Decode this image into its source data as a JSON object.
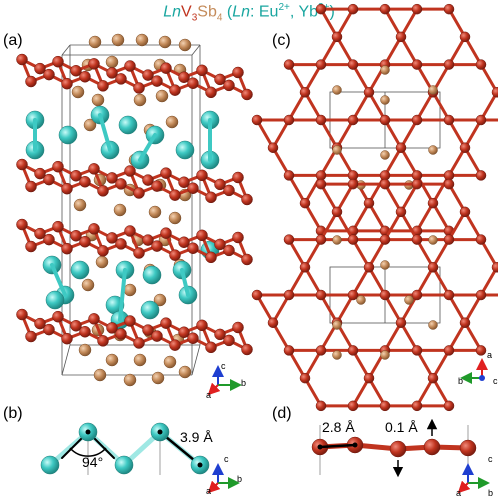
{
  "figure": {
    "title": {
      "ln_italic": "Ln",
      "v": "V",
      "v_sub": "3",
      "sb": "Sb",
      "sb_sub": "4",
      "open_paren": " (",
      "ln2_italic": "Ln",
      "colon_eu": ": Eu",
      "charge": "2+",
      "comma_yb": ", Yb",
      "charge2": "2+",
      "close_paren": ")"
    },
    "panels": {
      "a": "(a)",
      "b": "(b)",
      "c": "(c)",
      "d": "(d)"
    },
    "annotations": {
      "angle": "94°",
      "ln_distance": "3.9 Å",
      "v_distance": "2.8 Å",
      "v_shift": "0.1 Å"
    },
    "axes": {
      "a_panel": {
        "up": "c",
        "right": "b",
        "left": "a"
      },
      "c_panel": {
        "up": "a",
        "left": "b",
        "right": "c"
      },
      "b_panel": {
        "up": "c",
        "right": "b",
        "left": "a"
      },
      "d_panel": {
        "up": "c",
        "right": "b",
        "left": "a"
      }
    },
    "colors": {
      "ln": "#3ec9c3",
      "v": "#c0341f",
      "sb": "#c48b5a",
      "title_ln": "#1aa6a0",
      "title_v": "#c0341f",
      "title_sb": "#c48b5a"
    }
  }
}
